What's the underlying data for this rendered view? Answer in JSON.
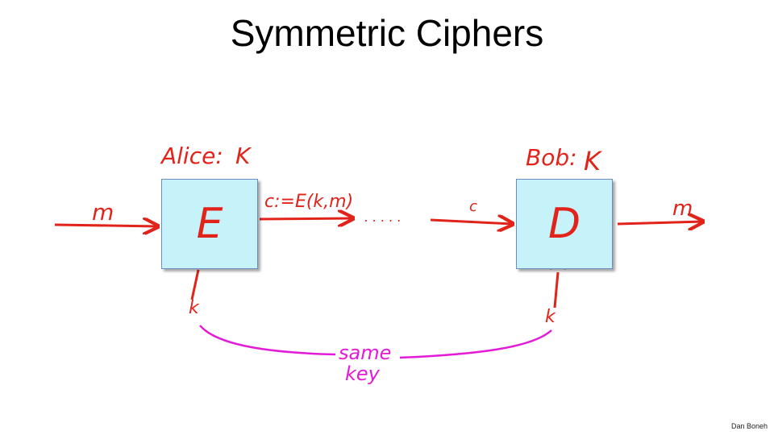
{
  "slide": {
    "title": "Symmetric Ciphers",
    "credit": "Dan Boneh"
  },
  "diagram": {
    "alice_label": "Alice:",
    "alice_key": "K",
    "bob_label": "Bob:",
    "bob_key": "K",
    "encrypt_box": "E",
    "decrypt_box": "D",
    "input_message": "m",
    "ciphertext_eq": "c:=E(k,m)",
    "dots": ". . . . .",
    "ciphertext_in": "c",
    "output_message": "m",
    "key_left": "k",
    "key_right": "k",
    "same_key_line1": "same",
    "same_key_line2": "key"
  },
  "colors": {
    "ink_red": "#e2231a",
    "ink_magenta": "#e31bd8",
    "box_fill": "#c6f3fa",
    "box_border": "#6b8dc2"
  }
}
